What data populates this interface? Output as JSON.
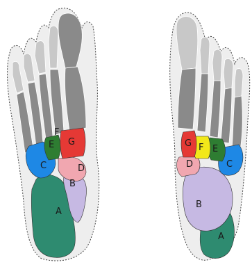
{
  "colors": {
    "outline_fill": "#eeeeee",
    "outline_stroke": "#444444",
    "bone_light": "#c8c8c8",
    "bone_dark": "#8a8a8a",
    "calcaneus": "#2e8b70",
    "cuboid": "#1e88e5",
    "navicular": "#c6b9e3",
    "cuneiform_lateral": "#f1a7b0",
    "cuneiform_intermediate": "#2e7d32",
    "cuneiform_medial": "#e53935",
    "yellow_bone": "#f2e81a"
  },
  "left_foot": {
    "labels": {
      "A": "A",
      "B": "B",
      "C": "C",
      "D": "D",
      "E": "E",
      "F": "F",
      "G": "G"
    }
  },
  "right_foot": {
    "labels": {
      "A": "A",
      "B": "B",
      "C": "C",
      "D": "D",
      "E": "E",
      "F": "F",
      "G": "G"
    }
  }
}
